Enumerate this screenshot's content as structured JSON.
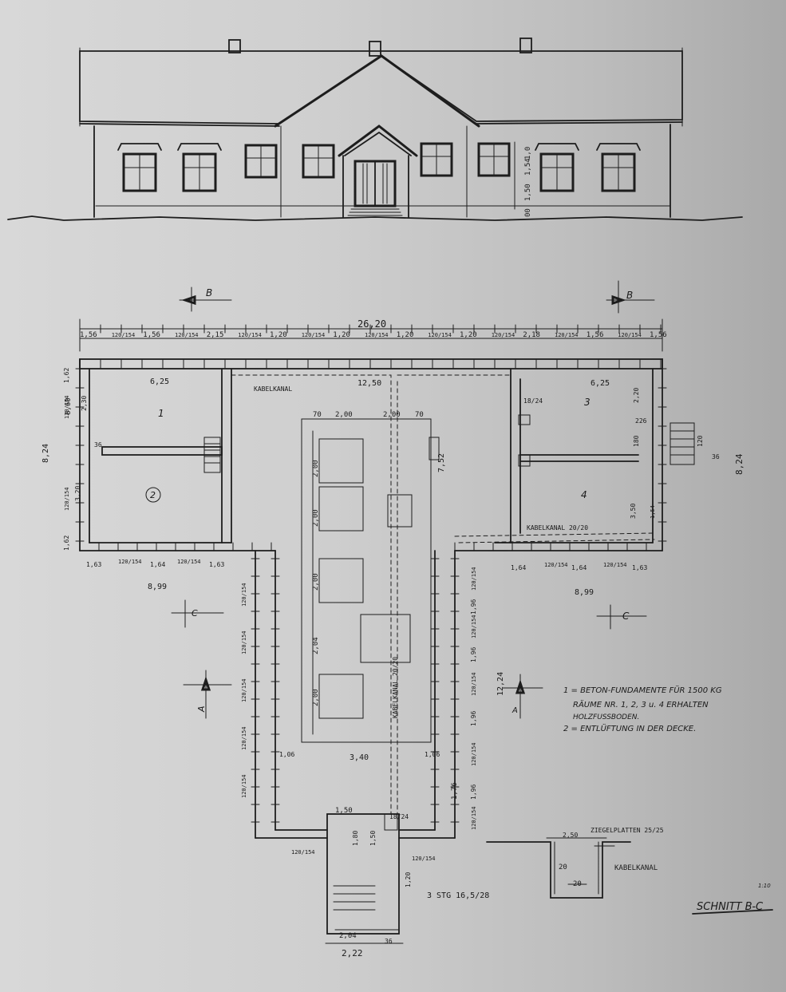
{
  "elevation": {
    "window_height_dims": [
      "1,50",
      "1,54",
      "1,0",
      "00"
    ]
  },
  "section_marks": {
    "b_left": "B",
    "b_right": "B",
    "c_left": "C",
    "c_right": "C",
    "a_top": "A",
    "a_bottom": "A"
  },
  "overall": {
    "total_width": "26,20",
    "depth_right": "8,24",
    "depth_left": "8,24",
    "depth_left_inner": "8,60"
  },
  "top_row_dims": [
    "1,56",
    "120/154",
    "1,56",
    "120/154",
    "2,15",
    "120/154",
    "1,20",
    "120/154",
    "1,20",
    "120/154",
    "1,20",
    "120/154",
    "1,20",
    "120/154",
    "2,18",
    "120/154",
    "1,56",
    "120/154",
    "1,56"
  ],
  "left_wing": {
    "inner_width": "6,25",
    "width": "8,99",
    "bottom_dims": [
      "1,63",
      "120/154",
      "1,64",
      "120/154",
      "1,63"
    ],
    "side_dims": [
      "1,62",
      "120/154",
      "3,20",
      "120/154",
      "1,62",
      "2,30"
    ],
    "room_1": "1",
    "room_2": "2",
    "stair_dim": "36"
  },
  "right_wing": {
    "inner_width": "6,25",
    "width": "8,99",
    "bottom_dims": [
      "1,64",
      "120/154",
      "1,64",
      "120/154",
      "1,63"
    ],
    "room_3": "3",
    "room_4": "4",
    "side_dims": [
      "3,50",
      "1,54",
      "180",
      "120",
      "2,20",
      "226",
      "36"
    ],
    "vent": "18/24"
  },
  "middle": {
    "corridor": "12,50",
    "length": "12,24",
    "depth": "7,52",
    "top_dims": [
      "70",
      "2,00",
      "2,00",
      "70"
    ],
    "bay_dims": [
      "2,00",
      "2,00",
      "2,04",
      "2,00",
      "2,00"
    ],
    "cable_channel_vertical": "KABELKANAL 20/20",
    "width_340": "3,40",
    "dim_106_l": "1,06",
    "dim_106_r": "1,06",
    "wall_176": "1,76",
    "side_dims": [
      "120/154",
      "1,96",
      "120/154",
      "1,96",
      "120/154",
      "1,96",
      "120/154",
      "1,96",
      "120/154"
    ],
    "left_side_dims": [
      "120/154",
      "120/154",
      "120/154",
      "120/154",
      "120/154"
    ]
  },
  "labels": {
    "cable_channel_top": "KABELKANAL",
    "cable_channel_right": "KABELKANAL 20/20"
  },
  "entrance": {
    "width_150": "1,50",
    "width_204": "2,04",
    "width_222": "2,22",
    "dim_1824": "18/24",
    "stairs": "3 STG 16,5/28",
    "dims": [
      "120/154",
      "120/154",
      "1,80",
      "1,20",
      "1,50",
      "36"
    ]
  },
  "notes": {
    "line1": "1 = BETON-FUNDAMENTE FÜR 1500 KG",
    "line2": "RÄUME NR. 1, 2, 3 u. 4 ERHALTEN",
    "line3": "HOLZFUSSBODEN.",
    "line4": "2 = ENTLÜFTUNG IN DER DECKE."
  },
  "section_detail": {
    "top_label": "ZIEGELPLATTEN 25/25",
    "top_dim": "2,50",
    "cable_label": "KABELKANAL",
    "dim_a": "20",
    "dim_b": "20",
    "title": "SCHNITT B-C",
    "scale": "1:10"
  }
}
